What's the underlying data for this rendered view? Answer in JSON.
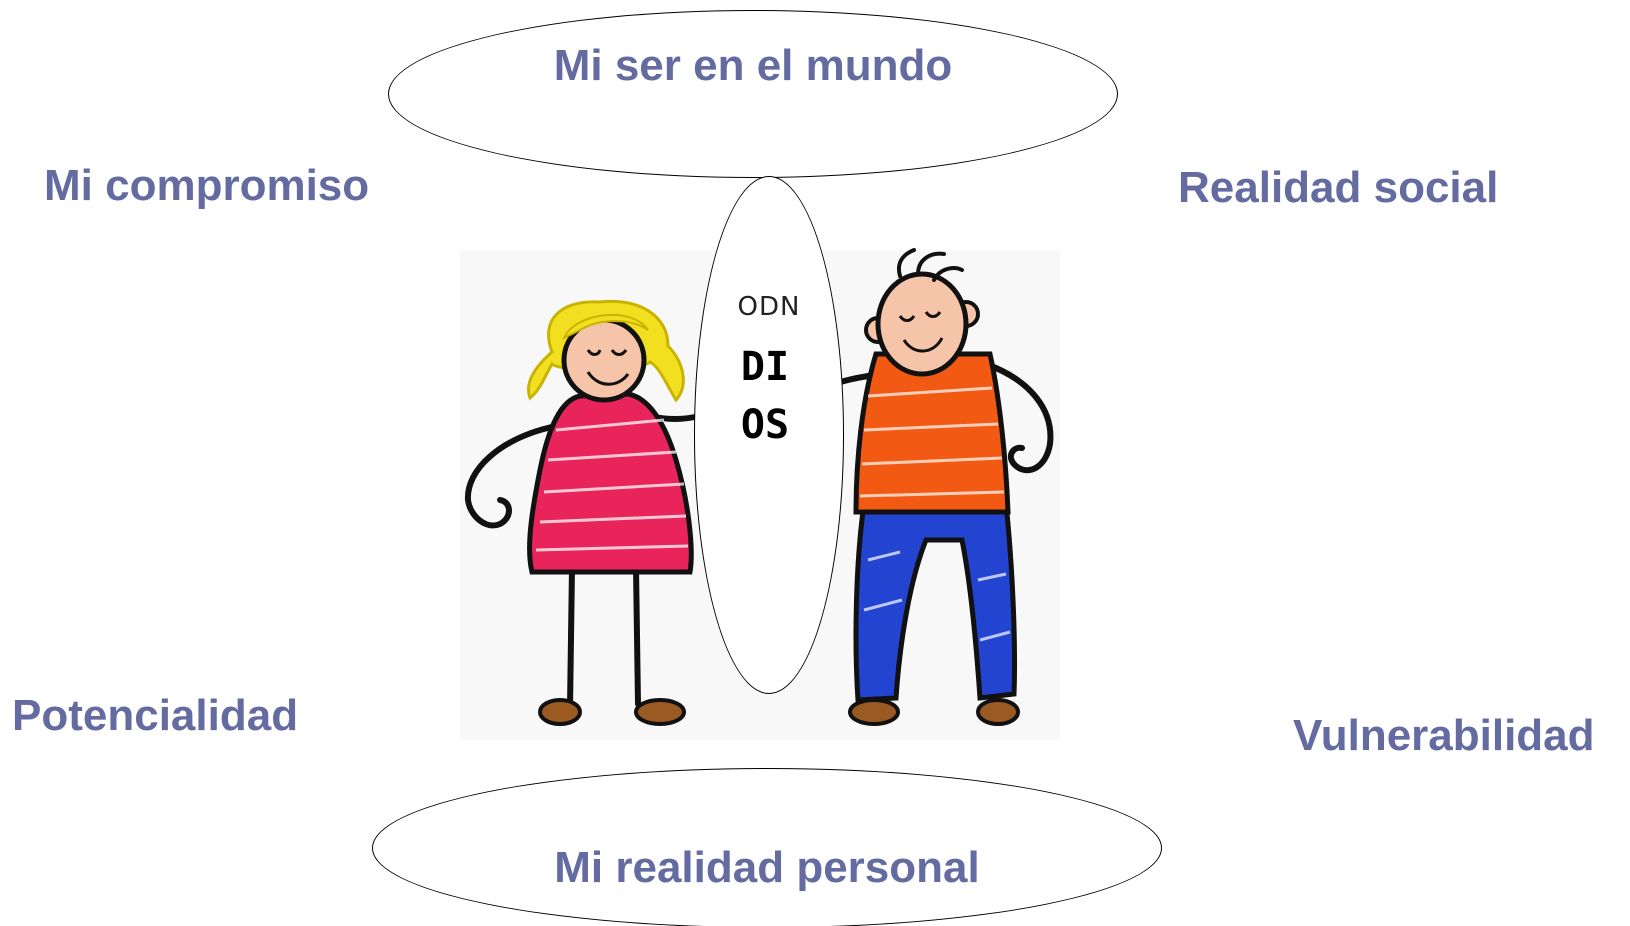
{
  "diagram": {
    "top_ellipse_label": "Mi ser en el mundo",
    "bottom_ellipse_label": "Mi realidad personal",
    "left_top_label": "Mi compromiso",
    "right_top_label": "Realidad social",
    "left_bottom_label": "Potencialidad",
    "right_bottom_label": "Vulnerabilidad",
    "center_small_text": "ODN",
    "center_word": "DIOS"
  },
  "colors": {
    "label_text": "#646ba0",
    "girl_dress": "#e8245a",
    "girl_hair": "#f2e020",
    "boy_shirt": "#f25a14",
    "boy_pants": "#2244d0",
    "skin": "#f6c4a8",
    "shoes": "#9a5a22"
  }
}
